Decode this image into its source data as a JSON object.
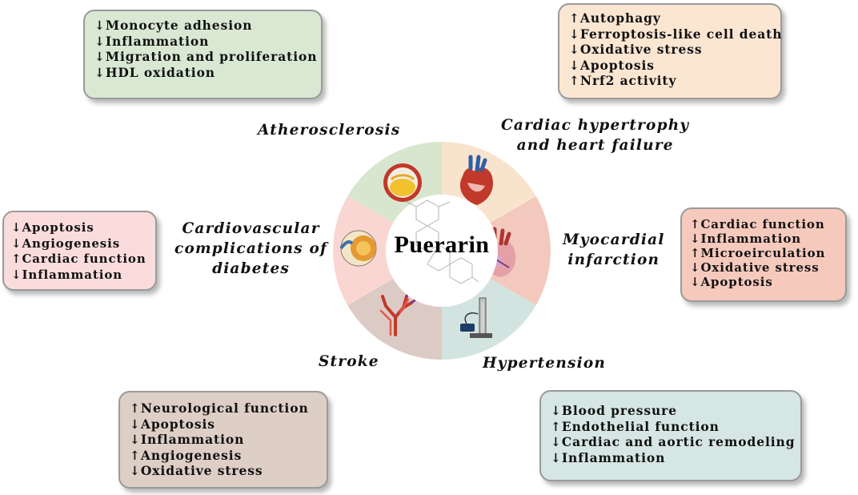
{
  "center": {
    "title": "Puerarin"
  },
  "segments": [
    {
      "key": "atherosclerosis",
      "label": "Atherosclerosis",
      "color": "#d8e6cf",
      "icon": "artery-plaque-icon"
    },
    {
      "key": "cardiac_hypertrophy",
      "label_lines": [
        "Cardiac hypertrophy",
        "and heart failure"
      ],
      "color": "#f8e4cc",
      "icon": "heart-icon"
    },
    {
      "key": "myocardial_infarction",
      "label_lines": [
        "Myocardial",
        "infarction"
      ],
      "color": "#f4c9bd",
      "icon": "infarcted-heart-icon"
    },
    {
      "key": "hypertension",
      "label": "Hypertension",
      "color": "#d3e4e0",
      "icon": "blood-pressure-monitor-icon"
    },
    {
      "key": "stroke",
      "label": "Stroke",
      "color": "#dccbc4",
      "icon": "brain-vessels-icon"
    },
    {
      "key": "diabetes",
      "label_lines": [
        "Cardiovascular",
        "complications of",
        "diabetes"
      ],
      "color": "#fad6d2",
      "icon": "eye-retina-icon"
    }
  ],
  "boxes": {
    "atherosclerosis": {
      "color": "#d8e8d3",
      "lines": [
        "↓Monocyte adhesion",
        "↓Inflammation",
        "↓Migration and proliferation",
        "↓HDL oxidation"
      ]
    },
    "cardiac_hypertrophy": {
      "color": "#fbe6d2",
      "lines": [
        "↑Autophagy",
        "↓Ferroptosis-like cell death",
        "↓Oxidative stress",
        "↓Apoptosis",
        "↑Nrf2 activity"
      ]
    },
    "myocardial_infarction": {
      "color": "#f6c9bd",
      "lines": [
        "↑Cardiac function",
        "↓Inflammation",
        "↑Microeirculation",
        "↓Oxidative stress",
        "↓Apoptosis"
      ]
    },
    "hypertension": {
      "color": "#d5e6e3",
      "lines": [
        "↓Blood pressure",
        "↑Endothelial function",
        "↓Cardiac and aortic remodeling",
        "↓Inflammation"
      ]
    },
    "stroke": {
      "color": "#ddcec6",
      "lines": [
        "↑Neurological function",
        "↓Apoptosis",
        "↓Inflammation",
        "↑Angiogenesis",
        "↓Oxidative stress"
      ]
    },
    "diabetes": {
      "color": "#fbdcdc",
      "lines": [
        "↓Apoptosis",
        "↓Angiogenesis",
        "↑Cardiac function",
        "↓Inflammation"
      ]
    }
  }
}
